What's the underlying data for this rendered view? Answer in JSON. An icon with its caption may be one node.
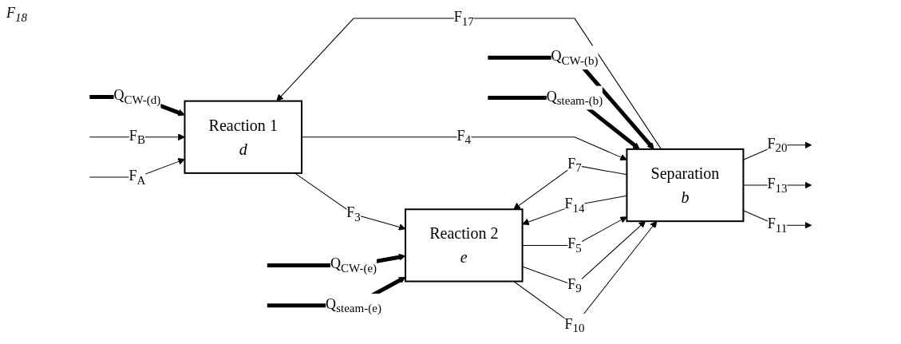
{
  "diagram": {
    "nodes": [
      {
        "text": [
          "Reaction 1",
          "d"
        ]
      },
      {
        "text": [
          "Reaction 2",
          "e"
        ]
      },
      {
        "text": [
          "Separation",
          "b"
        ]
      }
    ],
    "edges": [
      {
        "from": null,
        "to": 0,
        "arrow": "to",
        "label": "F$_{A}$"
      },
      {
        "from": null,
        "to": 0,
        "arrow": "to",
        "label": "F$_{B}$"
      },
      {
        "from": 0,
        "to": 1,
        "arrow": "to",
        "label": "F$_{3}$"
      },
      {
        "from": 0,
        "to": 2,
        "arrow": "to",
        "label": "F$_{4}$"
      },
      {
        "from": 1,
        "to": 2,
        "arrow": "to",
        "label": "F$_{10}$"
      },
      {
        "from": 1,
        "to": 2,
        "arrow": "to",
        "label": "F$_{9}$"
      },
      {
        "from": 2,
        "to": 1,
        "arrow": "to",
        "label": "F$_{14}$"
      },
      {
        "from": 1,
        "to": 2,
        "arrow": "to",
        "label": "F$_{5}$"
      },
      {
        "from": 2,
        "to": 1,
        "arrow": "to",
        "label": "F$_{7}$"
      },
      {
        "from": 2,
        "to": null,
        "arrow": "to",
        "label": "F$_{11}$"
      },
      {
        "from": 2,
        "to": null,
        "arrow": "to",
        "label": "F$_{13}$"
      },
      {
        "from": 2,
        "to": null,
        "arrow": "to",
        "label": "F$_{20}$"
      },
      {
        "from": 2,
        "to": 0,
        "arrow": "to",
        "label": "F$_{17}$"
      },
      {
        "from": null,
        "to": 0,
        "arrow": "to",
        "label": "Q$_{CW-(d)}$",
        "style": "thick"
      },
      {
        "from": null,
        "to": 1,
        "arrow": "to",
        "label": "Q$_{CW-(e)}$",
        "style": "thick"
      },
      {
        "from": null,
        "to": 1,
        "arrow": "to",
        "label": "Q$_{steam-(e)}$",
        "style": "thick"
      },
      {
        "from": null,
        "to": 2,
        "arrow": "to",
        "label": "Q$_{CW-(b)}$",
        "style": "thick"
      },
      {
        "from": null,
        "to": 2,
        "arrow": "to",
        "label": "Q$_{steam-(b)}$",
        "style": "thick"
      }
    ],
    "labels": [
      "F$_{18}$"
    ]
  }
}
